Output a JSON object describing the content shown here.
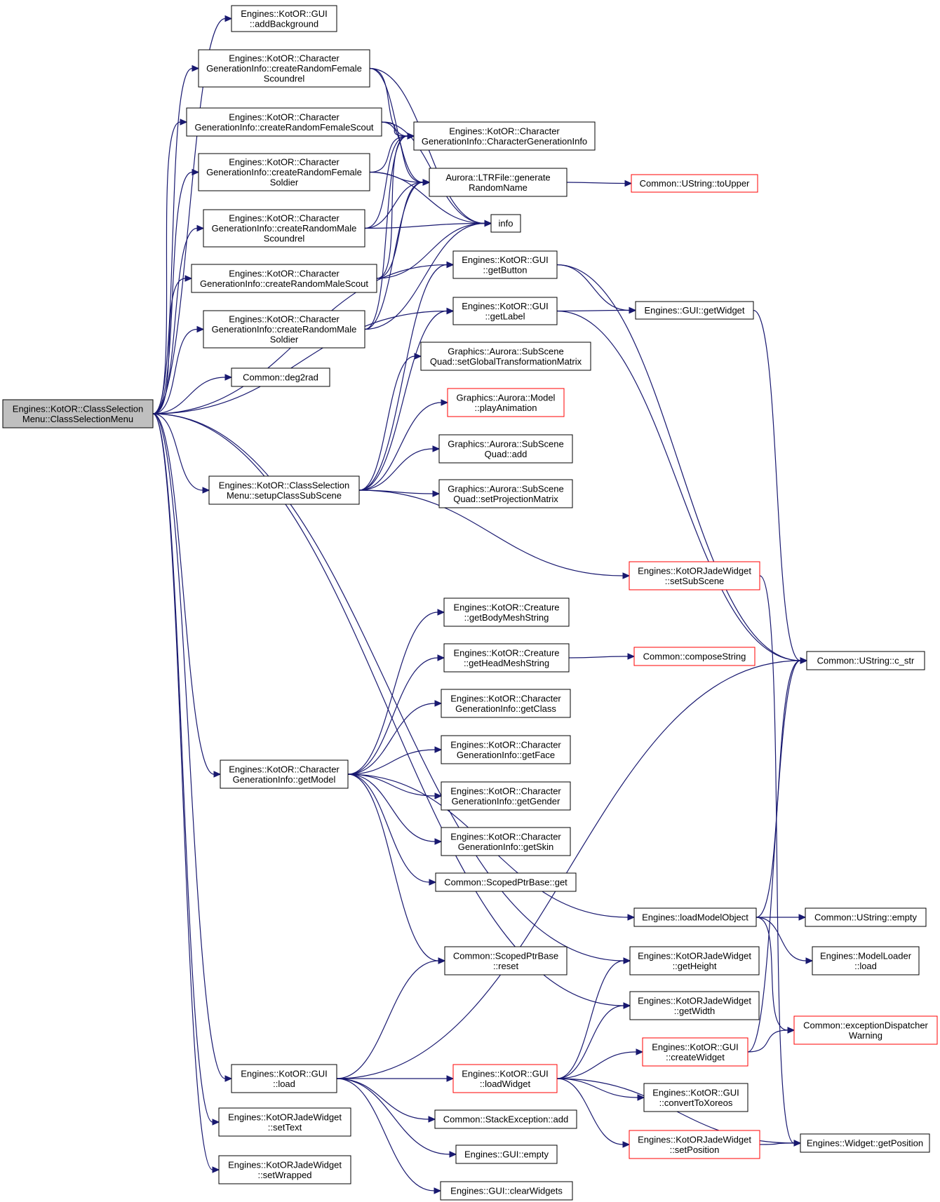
{
  "diagram": {
    "nodes": [
      {
        "id": "root",
        "lines": [
          "Engines::KotOR::ClassSelection",
          "Menu::ClassSelectionMenu"
        ],
        "style": "root"
      },
      {
        "id": "addBackground",
        "lines": [
          "Engines::KotOR::GUI",
          "::addBackground"
        ],
        "style": "normal"
      },
      {
        "id": "crfScoundrel",
        "lines": [
          "Engines::KotOR::Character",
          "GenerationInfo::createRandomFemale",
          "Scoundrel"
        ],
        "style": "normal"
      },
      {
        "id": "crfScout",
        "lines": [
          "Engines::KotOR::Character",
          "GenerationInfo::createRandomFemaleScout"
        ],
        "style": "normal"
      },
      {
        "id": "crfSoldier",
        "lines": [
          "Engines::KotOR::Character",
          "GenerationInfo::createRandomFemale",
          "Soldier"
        ],
        "style": "normal"
      },
      {
        "id": "crmScoundrel",
        "lines": [
          "Engines::KotOR::Character",
          "GenerationInfo::createRandomMale",
          "Scoundrel"
        ],
        "style": "normal"
      },
      {
        "id": "crmScout",
        "lines": [
          "Engines::KotOR::Character",
          "GenerationInfo::createRandomMaleScout"
        ],
        "style": "normal"
      },
      {
        "id": "crmSoldier",
        "lines": [
          "Engines::KotOR::Character",
          "GenerationInfo::createRandomMale",
          "Soldier"
        ],
        "style": "normal"
      },
      {
        "id": "deg2rad",
        "lines": [
          "Common::deg2rad"
        ],
        "style": "normal"
      },
      {
        "id": "cgiCtor",
        "lines": [
          "Engines::KotOR::Character",
          "GenerationInfo::CharacterGenerationInfo"
        ],
        "style": "normal"
      },
      {
        "id": "ltrGen",
        "lines": [
          "Aurora::LTRFile::generate",
          "RandomName"
        ],
        "style": "normal"
      },
      {
        "id": "toUpper",
        "lines": [
          "Common::UString::toUpper"
        ],
        "style": "red"
      },
      {
        "id": "info",
        "lines": [
          "info"
        ],
        "style": "normal"
      },
      {
        "id": "getButton",
        "lines": [
          "Engines::KotOR::GUI",
          "::getButton"
        ],
        "style": "normal"
      },
      {
        "id": "getLabel",
        "lines": [
          "Engines::KotOR::GUI",
          "::getLabel"
        ],
        "style": "normal"
      },
      {
        "id": "guiGetWidget",
        "lines": [
          "Engines::GUI::getWidget"
        ],
        "style": "normal"
      },
      {
        "id": "setGlobalTM",
        "lines": [
          "Graphics::Aurora::SubScene",
          "Quad::setGlobalTransformationMatrix"
        ],
        "style": "normal"
      },
      {
        "id": "playAnim",
        "lines": [
          "Graphics::Aurora::Model",
          "::playAnimation"
        ],
        "style": "red"
      },
      {
        "id": "subAdd",
        "lines": [
          "Graphics::Aurora::SubScene",
          "Quad::add"
        ],
        "style": "normal"
      },
      {
        "id": "setProj",
        "lines": [
          "Graphics::Aurora::SubScene",
          "Quad::setProjectionMatrix"
        ],
        "style": "normal"
      },
      {
        "id": "setupSub",
        "lines": [
          "Engines::KotOR::ClassSelection",
          "Menu::setupClassSubScene"
        ],
        "style": "normal"
      },
      {
        "id": "setSubScene",
        "lines": [
          "Engines::KotORJadeWidget",
          "::setSubScene"
        ],
        "style": "red"
      },
      {
        "id": "getBodyMesh",
        "lines": [
          "Engines::KotOR::Creature",
          "::getBodyMeshString"
        ],
        "style": "normal"
      },
      {
        "id": "getHeadMesh",
        "lines": [
          "Engines::KotOR::Creature",
          "::getHeadMeshString"
        ],
        "style": "normal"
      },
      {
        "id": "composeString",
        "lines": [
          "Common::composeString"
        ],
        "style": "red"
      },
      {
        "id": "cStr",
        "lines": [
          "Common::UString::c_str"
        ],
        "style": "normal"
      },
      {
        "id": "getClass",
        "lines": [
          "Engines::KotOR::Character",
          "GenerationInfo::getClass"
        ],
        "style": "normal"
      },
      {
        "id": "getFace",
        "lines": [
          "Engines::KotOR::Character",
          "GenerationInfo::getFace"
        ],
        "style": "normal"
      },
      {
        "id": "getModel",
        "lines": [
          "Engines::KotOR::Character",
          "GenerationInfo::getModel"
        ],
        "style": "normal"
      },
      {
        "id": "getGender",
        "lines": [
          "Engines::KotOR::Character",
          "GenerationInfo::getGender"
        ],
        "style": "normal"
      },
      {
        "id": "getSkin",
        "lines": [
          "Engines::KotOR::Character",
          "GenerationInfo::getSkin"
        ],
        "style": "normal"
      },
      {
        "id": "scopedGet",
        "lines": [
          "Common::ScopedPtrBase::get"
        ],
        "style": "normal"
      },
      {
        "id": "loadModelObject",
        "lines": [
          "Engines::loadModelObject"
        ],
        "style": "normal"
      },
      {
        "id": "ustrEmpty",
        "lines": [
          "Common::UString::empty"
        ],
        "style": "normal"
      },
      {
        "id": "scopedReset",
        "lines": [
          "Common::ScopedPtrBase",
          "::reset"
        ],
        "style": "normal"
      },
      {
        "id": "getHeight",
        "lines": [
          "Engines::KotORJadeWidget",
          "::getHeight"
        ],
        "style": "normal"
      },
      {
        "id": "modelLoaderLoad",
        "lines": [
          "Engines::ModelLoader",
          "::load"
        ],
        "style": "normal"
      },
      {
        "id": "getWidth",
        "lines": [
          "Engines::KotORJadeWidget",
          "::getWidth"
        ],
        "style": "normal"
      },
      {
        "id": "excWarn",
        "lines": [
          "Common::exceptionDispatcher",
          "Warning"
        ],
        "style": "red"
      },
      {
        "id": "createWidget",
        "lines": [
          "Engines::KotOR::GUI",
          "::createWidget"
        ],
        "style": "red"
      },
      {
        "id": "guiLoad",
        "lines": [
          "Engines::KotOR::GUI",
          "::load"
        ],
        "style": "normal"
      },
      {
        "id": "loadWidget",
        "lines": [
          "Engines::KotOR::GUI",
          "::loadWidget"
        ],
        "style": "red"
      },
      {
        "id": "convertXoreos",
        "lines": [
          "Engines::KotOR::GUI",
          "::convertToXoreos"
        ],
        "style": "normal"
      },
      {
        "id": "stackAdd",
        "lines": [
          "Common::StackException::add"
        ],
        "style": "normal"
      },
      {
        "id": "setText",
        "lines": [
          "Engines::KotORJadeWidget",
          "::setText"
        ],
        "style": "normal"
      },
      {
        "id": "setPosition",
        "lines": [
          "Engines::KotORJadeWidget",
          "::setPosition"
        ],
        "style": "red"
      },
      {
        "id": "widgetGetPos",
        "lines": [
          "Engines::Widget::getPosition"
        ],
        "style": "normal"
      },
      {
        "id": "guiEmpty",
        "lines": [
          "Engines::GUI::empty"
        ],
        "style": "normal"
      },
      {
        "id": "setWrapped",
        "lines": [
          "Engines::KotORJadeWidget",
          "::setWrapped"
        ],
        "style": "normal"
      },
      {
        "id": "clearWidgets",
        "lines": [
          "Engines::GUI::clearWidgets"
        ],
        "style": "normal"
      }
    ],
    "edges": [
      [
        "root",
        "addBackground"
      ],
      [
        "root",
        "crfScoundrel"
      ],
      [
        "root",
        "crfScout"
      ],
      [
        "root",
        "crfSoldier"
      ],
      [
        "root",
        "crmScoundrel"
      ],
      [
        "root",
        "crmScout"
      ],
      [
        "root",
        "crmSoldier"
      ],
      [
        "root",
        "deg2rad"
      ],
      [
        "root",
        "getButton"
      ],
      [
        "root",
        "getLabel"
      ],
      [
        "root",
        "setupSub"
      ],
      [
        "root",
        "getModel"
      ],
      [
        "root",
        "getHeight"
      ],
      [
        "root",
        "getWidth"
      ],
      [
        "root",
        "guiLoad"
      ],
      [
        "root",
        "setText"
      ],
      [
        "root",
        "setWrapped"
      ],
      [
        "crfScoundrel",
        "cgiCtor"
      ],
      [
        "crfScoundrel",
        "ltrGen"
      ],
      [
        "crfScoundrel",
        "info"
      ],
      [
        "crfScout",
        "cgiCtor"
      ],
      [
        "crfScout",
        "ltrGen"
      ],
      [
        "crfScout",
        "info"
      ],
      [
        "crfSoldier",
        "cgiCtor"
      ],
      [
        "crfSoldier",
        "ltrGen"
      ],
      [
        "crfSoldier",
        "info"
      ],
      [
        "crmScoundrel",
        "cgiCtor"
      ],
      [
        "crmScoundrel",
        "ltrGen"
      ],
      [
        "crmScoundrel",
        "info"
      ],
      [
        "crmScout",
        "cgiCtor"
      ],
      [
        "crmScout",
        "ltrGen"
      ],
      [
        "crmScout",
        "info"
      ],
      [
        "crmSoldier",
        "cgiCtor"
      ],
      [
        "crmSoldier",
        "ltrGen"
      ],
      [
        "crmSoldier",
        "info"
      ],
      [
        "ltrGen",
        "toUpper"
      ],
      [
        "getButton",
        "guiGetWidget"
      ],
      [
        "getButton",
        "cStr"
      ],
      [
        "getLabel",
        "guiGetWidget"
      ],
      [
        "getLabel",
        "cStr"
      ],
      [
        "guiGetWidget",
        "cStr"
      ],
      [
        "setupSub",
        "getButton"
      ],
      [
        "setupSub",
        "getLabel"
      ],
      [
        "setupSub",
        "setGlobalTM"
      ],
      [
        "setupSub",
        "playAnim"
      ],
      [
        "setupSub",
        "subAdd"
      ],
      [
        "setupSub",
        "setProj"
      ],
      [
        "setupSub",
        "setSubScene"
      ],
      [
        "setSubScene",
        "widgetGetPos"
      ],
      [
        "getModel",
        "getBodyMesh"
      ],
      [
        "getModel",
        "getHeadMesh"
      ],
      [
        "getModel",
        "getClass"
      ],
      [
        "getModel",
        "getFace"
      ],
      [
        "getModel",
        "getGender"
      ],
      [
        "getModel",
        "getSkin"
      ],
      [
        "getModel",
        "scopedGet"
      ],
      [
        "getModel",
        "loadModelObject"
      ],
      [
        "getModel",
        "scopedReset"
      ],
      [
        "getHeadMesh",
        "composeString"
      ],
      [
        "loadModelObject",
        "cStr"
      ],
      [
        "loadModelObject",
        "ustrEmpty"
      ],
      [
        "loadModelObject",
        "modelLoaderLoad"
      ],
      [
        "loadModelObject",
        "excWarn"
      ],
      [
        "guiLoad",
        "scopedReset"
      ],
      [
        "guiLoad",
        "cStr"
      ],
      [
        "guiLoad",
        "loadWidget"
      ],
      [
        "guiLoad",
        "stackAdd"
      ],
      [
        "guiLoad",
        "guiEmpty"
      ],
      [
        "guiLoad",
        "clearWidgets"
      ],
      [
        "loadWidget",
        "getHeight"
      ],
      [
        "loadWidget",
        "getWidth"
      ],
      [
        "loadWidget",
        "createWidget"
      ],
      [
        "loadWidget",
        "convertXoreos"
      ],
      [
        "loadWidget",
        "setPosition"
      ],
      [
        "loadWidget",
        "widgetGetPos"
      ],
      [
        "createWidget",
        "cStr"
      ],
      [
        "createWidget",
        "excWarn"
      ],
      [
        "setPosition",
        "widgetGetPos"
      ]
    ]
  }
}
